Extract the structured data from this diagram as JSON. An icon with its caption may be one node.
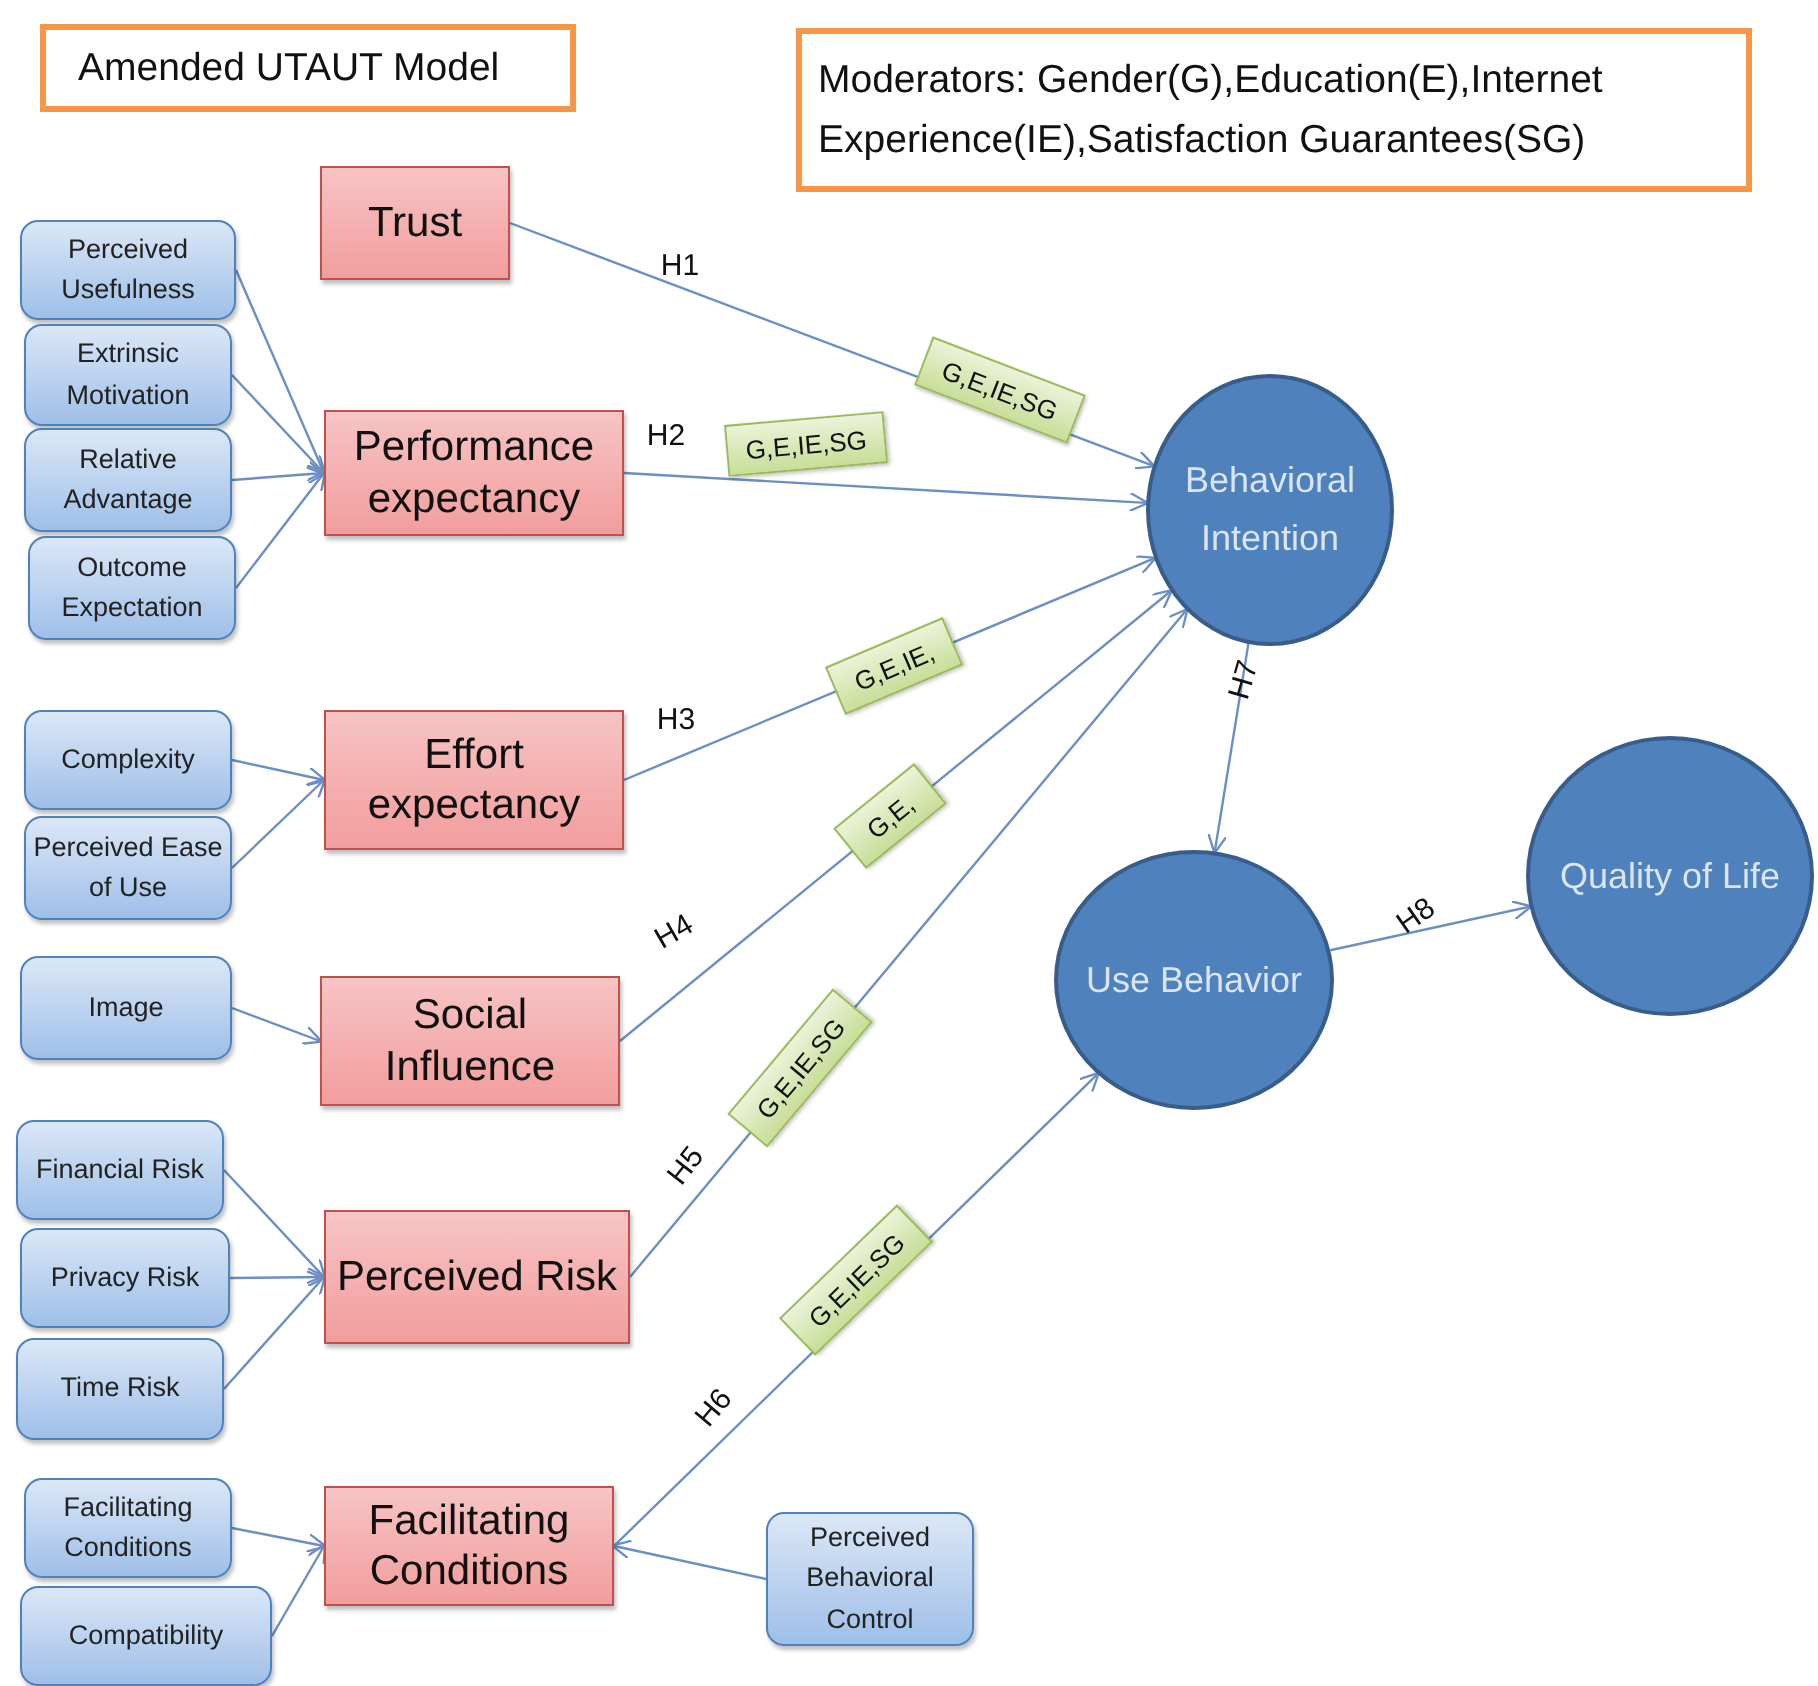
{
  "diagram": {
    "title": "Amended UTAUT Model",
    "nodes": [
      {
        "text": [
          "Moderators: Gender(G),Education(E),Internet Experience(IE),Satisfaction Guarantees(SG)"
        ]
      },
      {
        "text": [
          "Trust"
        ]
      },
      {
        "text": [
          "Performance expectancy"
        ]
      },
      {
        "text": [
          "Effort expectancy"
        ]
      },
      {
        "text": [
          "Social Influence"
        ]
      },
      {
        "text": [
          "Perceived Risk"
        ]
      },
      {
        "text": [
          "Facilitating Conditions"
        ]
      },
      {
        "text": [
          "Perceived Usefulness"
        ]
      },
      {
        "text": [
          "Extrinsic Motivation"
        ]
      },
      {
        "text": [
          "Relative Advantage"
        ]
      },
      {
        "text": [
          "Outcome Expectation"
        ]
      },
      {
        "text": [
          "Complexity"
        ]
      },
      {
        "text": [
          "Perceived Ease of Use"
        ]
      },
      {
        "text": [
          "Image"
        ]
      },
      {
        "text": [
          "Financial Risk"
        ]
      },
      {
        "text": [
          "Privacy Risk"
        ]
      },
      {
        "text": [
          "Time Risk"
        ]
      },
      {
        "text": [
          "Facilitating Conditions"
        ]
      },
      {
        "text": [
          "Compatibility"
        ]
      },
      {
        "text": [
          "Perceived Behavioral Control"
        ]
      },
      {
        "text": [
          "Behavioral Intention"
        ]
      },
      {
        "text": [
          "Use Behavior"
        ]
      },
      {
        "text": [
          "Quality of Life"
        ]
      }
    ],
    "labels": [
      "G,E,IE,SG",
      "G,E,IE,SG",
      "G,E,IE,",
      "G,E,",
      "G,E,IE,SG",
      "G,E,IE,SG"
    ],
    "edges": [
      {
        "from": 7,
        "to": 2,
        "arrow": "to"
      },
      {
        "from": 8,
        "to": 2,
        "arrow": "to"
      },
      {
        "from": 9,
        "to": 2,
        "arrow": "to"
      },
      {
        "from": 10,
        "to": 2,
        "arrow": "to"
      },
      {
        "from": 11,
        "to": 3,
        "arrow": "to"
      },
      {
        "from": 12,
        "to": 3,
        "arrow": "to"
      },
      {
        "from": 13,
        "to": 4,
        "arrow": "to"
      },
      {
        "from": 14,
        "to": 5,
        "arrow": "to"
      },
      {
        "from": 15,
        "to": 5,
        "arrow": "to"
      },
      {
        "from": 16,
        "to": 5,
        "arrow": "to"
      },
      {
        "from": 17,
        "to": 6,
        "arrow": "to"
      },
      {
        "from": 18,
        "to": 6,
        "arrow": "to"
      },
      {
        "from": 19,
        "to": 6,
        "arrow": "to"
      },
      {
        "from": 1,
        "to": 20,
        "arrow": "to",
        "label": "H1"
      },
      {
        "from": 2,
        "to": 20,
        "arrow": "to",
        "label": "H2"
      },
      {
        "from": 3,
        "to": 20,
        "arrow": "to",
        "label": "H3"
      },
      {
        "from": 4,
        "to": 20,
        "arrow": "to",
        "label": "H4"
      },
      {
        "from": 5,
        "to": 20,
        "arrow": "to",
        "label": "H5"
      },
      {
        "from": 6,
        "to": 21,
        "arrow": "to",
        "label": "H6"
      },
      {
        "from": 20,
        "to": 21,
        "arrow": "to",
        "label": "H7"
      },
      {
        "from": 21,
        "to": 22,
        "arrow": "to",
        "label": "H8"
      }
    ]
  }
}
